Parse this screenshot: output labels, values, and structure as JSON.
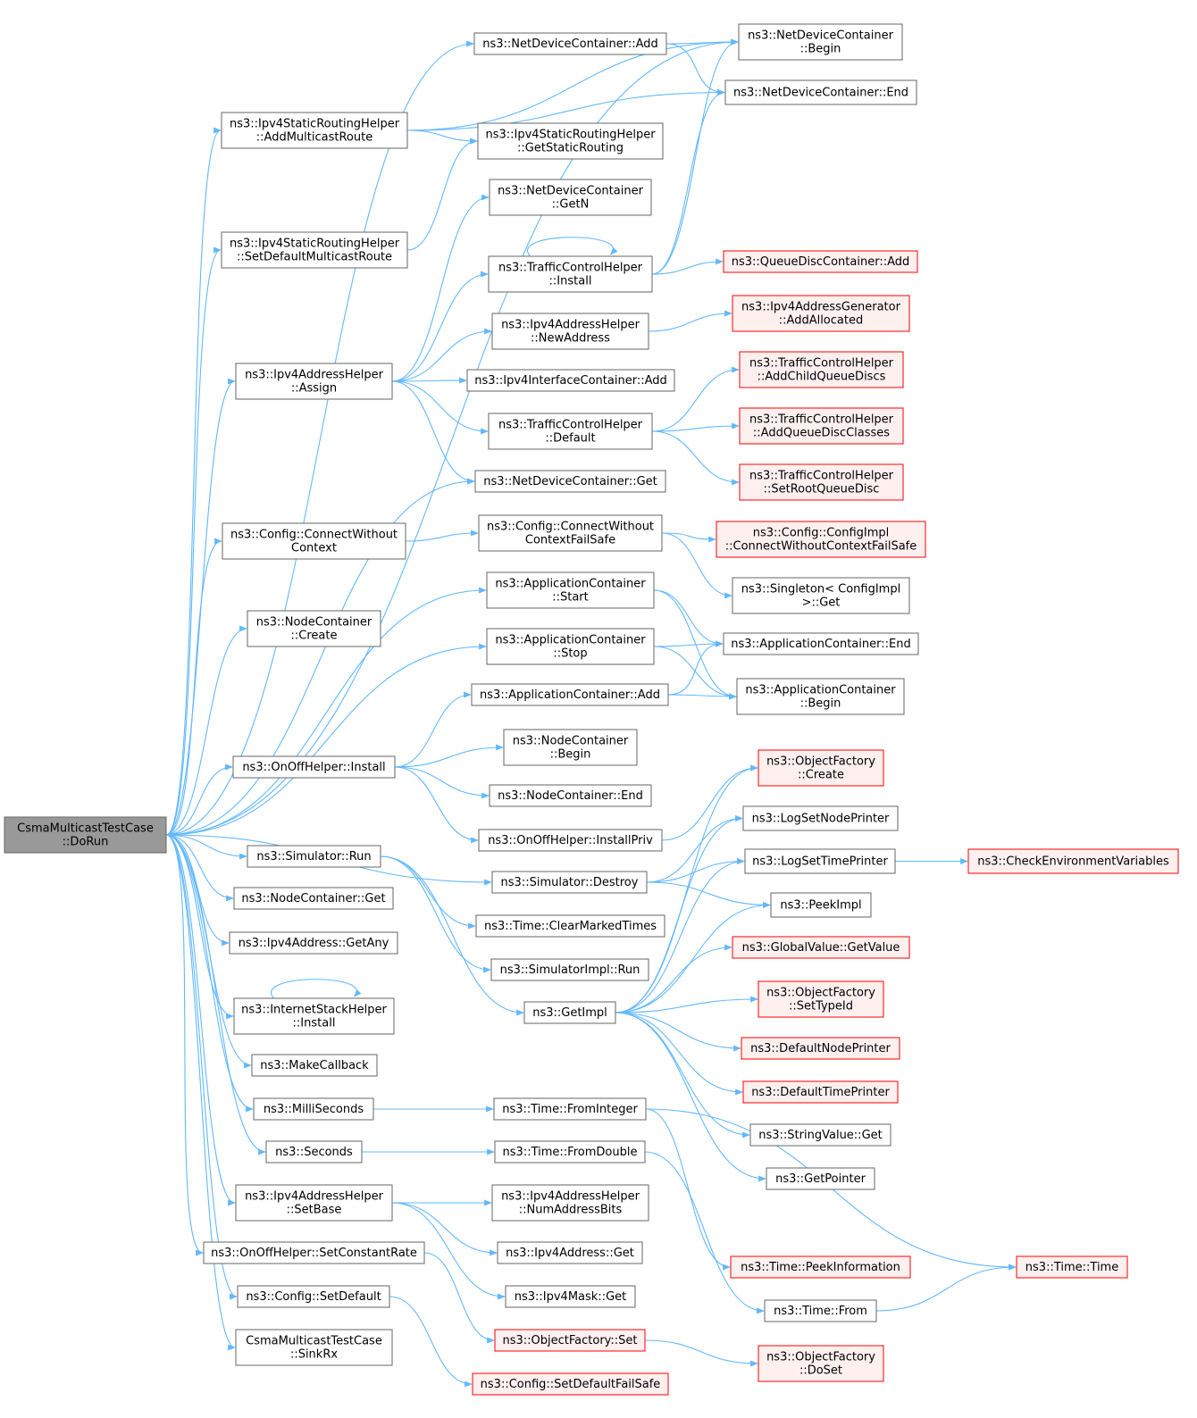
{
  "colors": {
    "edge": "#63b8ff",
    "node_border": "#666666",
    "node_fill": "#ffffff",
    "root_fill": "#999999",
    "root_border": "#666666",
    "external_border": "#ff0000",
    "external_fill": "#fff0f0"
  },
  "nodes": [
    {
      "id": "root",
      "lines": [
        "CsmaMulticastTestCase",
        "::DoRun"
      ],
      "kind": "root"
    },
    {
      "id": "ndc_add",
      "lines": [
        "ns3::NetDeviceContainer::Add"
      ],
      "kind": "normal"
    },
    {
      "id": "ndc_begin",
      "lines": [
        "ns3::NetDeviceContainer",
        "::Begin"
      ],
      "kind": "normal"
    },
    {
      "id": "ndc_end",
      "lines": [
        "ns3::NetDeviceContainer::End"
      ],
      "kind": "normal"
    },
    {
      "id": "ipv4s_addmc",
      "lines": [
        "ns3::Ipv4StaticRoutingHelper",
        "::AddMulticastRoute"
      ],
      "kind": "normal"
    },
    {
      "id": "ipv4s_getsr",
      "lines": [
        "ns3::Ipv4StaticRoutingHelper",
        "::GetStaticRouting"
      ],
      "kind": "normal"
    },
    {
      "id": "ndc_getn",
      "lines": [
        "ns3::NetDeviceContainer",
        "::GetN"
      ],
      "kind": "normal"
    },
    {
      "id": "ipv4s_setdef",
      "lines": [
        "ns3::Ipv4StaticRoutingHelper",
        "::SetDefaultMulticastRoute"
      ],
      "kind": "normal"
    },
    {
      "id": "tch_install",
      "lines": [
        "ns3::TrafficControlHelper",
        "::Install"
      ],
      "kind": "normal"
    },
    {
      "id": "qdc_add",
      "lines": [
        "ns3::QueueDiscContainer::Add"
      ],
      "kind": "external"
    },
    {
      "id": "iah_newaddr",
      "lines": [
        "ns3::Ipv4AddressHelper",
        "::NewAddress"
      ],
      "kind": "normal"
    },
    {
      "id": "iag_alloc",
      "lines": [
        "ns3::Ipv4AddressGenerator",
        "::AddAllocated"
      ],
      "kind": "external"
    },
    {
      "id": "iah_assign",
      "lines": [
        "ns3::Ipv4AddressHelper",
        "::Assign"
      ],
      "kind": "normal"
    },
    {
      "id": "iic_add",
      "lines": [
        "ns3::Ipv4InterfaceContainer::Add"
      ],
      "kind": "normal"
    },
    {
      "id": "tch_addchild",
      "lines": [
        "ns3::TrafficControlHelper",
        "::AddChildQueueDiscs"
      ],
      "kind": "external"
    },
    {
      "id": "tch_default",
      "lines": [
        "ns3::TrafficControlHelper",
        "::Default"
      ],
      "kind": "normal"
    },
    {
      "id": "tch_addqdc",
      "lines": [
        "ns3::TrafficControlHelper",
        "::AddQueueDiscClasses"
      ],
      "kind": "external"
    },
    {
      "id": "ndc_get",
      "lines": [
        "ns3::NetDeviceContainer::Get"
      ],
      "kind": "normal"
    },
    {
      "id": "tch_setroot",
      "lines": [
        "ns3::TrafficControlHelper",
        "::SetRootQueueDisc"
      ],
      "kind": "external"
    },
    {
      "id": "cfg_cwc",
      "lines": [
        "ns3::Config::ConnectWithout",
        "Context"
      ],
      "kind": "normal"
    },
    {
      "id": "cfg_cwcfs",
      "lines": [
        "ns3::Config::ConnectWithout",
        "ContextFailSafe"
      ],
      "kind": "normal"
    },
    {
      "id": "cfgimpl_cwcfs",
      "lines": [
        "ns3::Config::ConfigImpl",
        "::ConnectWithoutContextFailSafe"
      ],
      "kind": "external"
    },
    {
      "id": "singleton_get",
      "lines": [
        "ns3::Singleton< ConfigImpl",
        " >::Get"
      ],
      "kind": "normal"
    },
    {
      "id": "ac_start",
      "lines": [
        "ns3::ApplicationContainer",
        "::Start"
      ],
      "kind": "normal"
    },
    {
      "id": "nc_create",
      "lines": [
        "ns3::NodeContainer",
        "::Create"
      ],
      "kind": "normal"
    },
    {
      "id": "ac_stop",
      "lines": [
        "ns3::ApplicationContainer",
        "::Stop"
      ],
      "kind": "normal"
    },
    {
      "id": "ac_end",
      "lines": [
        "ns3::ApplicationContainer::End"
      ],
      "kind": "normal"
    },
    {
      "id": "ac_add",
      "lines": [
        "ns3::ApplicationContainer::Add"
      ],
      "kind": "normal"
    },
    {
      "id": "ac_begin",
      "lines": [
        "ns3::ApplicationContainer",
        "::Begin"
      ],
      "kind": "normal"
    },
    {
      "id": "nc_begin",
      "lines": [
        "ns3::NodeContainer",
        "::Begin"
      ],
      "kind": "normal"
    },
    {
      "id": "ooh_install",
      "lines": [
        "ns3::OnOffHelper::Install"
      ],
      "kind": "normal"
    },
    {
      "id": "of_create",
      "lines": [
        "ns3::ObjectFactory",
        "::Create"
      ],
      "kind": "external"
    },
    {
      "id": "nc_end",
      "lines": [
        "ns3::NodeContainer::End"
      ],
      "kind": "normal"
    },
    {
      "id": "log_setnode",
      "lines": [
        "ns3::LogSetNodePrinter"
      ],
      "kind": "normal"
    },
    {
      "id": "ooh_installpriv",
      "lines": [
        "ns3::OnOffHelper::InstallPriv"
      ],
      "kind": "normal"
    },
    {
      "id": "sim_run",
      "lines": [
        "ns3::Simulator::Run"
      ],
      "kind": "normal"
    },
    {
      "id": "log_settime",
      "lines": [
        "ns3::LogSetTimePrinter"
      ],
      "kind": "normal"
    },
    {
      "id": "checkenv",
      "lines": [
        "ns3::CheckEnvironmentVariables"
      ],
      "kind": "external"
    },
    {
      "id": "sim_destroy",
      "lines": [
        "ns3::Simulator::Destroy"
      ],
      "kind": "normal"
    },
    {
      "id": "nc_get",
      "lines": [
        "ns3::NodeContainer::Get"
      ],
      "kind": "normal"
    },
    {
      "id": "peekimpl",
      "lines": [
        "ns3::PeekImpl"
      ],
      "kind": "normal"
    },
    {
      "id": "time_clear",
      "lines": [
        "ns3::Time::ClearMarkedTimes"
      ],
      "kind": "normal"
    },
    {
      "id": "ipv4_getany",
      "lines": [
        "ns3::Ipv4Address::GetAny"
      ],
      "kind": "normal"
    },
    {
      "id": "gv_getvalue",
      "lines": [
        "ns3::GlobalValue::GetValue"
      ],
      "kind": "external"
    },
    {
      "id": "simimpl_run",
      "lines": [
        "ns3::SimulatorImpl::Run"
      ],
      "kind": "normal"
    },
    {
      "id": "of_settypeid",
      "lines": [
        "ns3::ObjectFactory",
        "::SetTypeId"
      ],
      "kind": "external"
    },
    {
      "id": "ish_install",
      "lines": [
        "ns3::InternetStackHelper",
        "::Install"
      ],
      "kind": "normal"
    },
    {
      "id": "getimpl",
      "lines": [
        "ns3::GetImpl"
      ],
      "kind": "normal"
    },
    {
      "id": "defnodeprinter",
      "lines": [
        "ns3::DefaultNodePrinter"
      ],
      "kind": "external"
    },
    {
      "id": "makecallback",
      "lines": [
        "ns3::MakeCallback"
      ],
      "kind": "normal"
    },
    {
      "id": "deftimeprinter",
      "lines": [
        "ns3::DefaultTimePrinter"
      ],
      "kind": "external"
    },
    {
      "id": "millis",
      "lines": [
        "ns3::MilliSeconds"
      ],
      "kind": "normal"
    },
    {
      "id": "time_fromint",
      "lines": [
        "ns3::Time::FromInteger"
      ],
      "kind": "normal"
    },
    {
      "id": "sv_get",
      "lines": [
        "ns3::StringValue::Get"
      ],
      "kind": "normal"
    },
    {
      "id": "seconds",
      "lines": [
        "ns3::Seconds"
      ],
      "kind": "normal"
    },
    {
      "id": "time_fromdouble",
      "lines": [
        "ns3::Time::FromDouble"
      ],
      "kind": "normal"
    },
    {
      "id": "getpointer",
      "lines": [
        "ns3::GetPointer"
      ],
      "kind": "normal"
    },
    {
      "id": "iah_setbase",
      "lines": [
        "ns3::Ipv4AddressHelper",
        "::SetBase"
      ],
      "kind": "normal"
    },
    {
      "id": "iah_numbits",
      "lines": [
        "ns3::Ipv4AddressHelper",
        "::NumAddressBits"
      ],
      "kind": "normal"
    },
    {
      "id": "ooh_setrate",
      "lines": [
        "ns3::OnOffHelper::SetConstantRate"
      ],
      "kind": "normal"
    },
    {
      "id": "ipv4_get",
      "lines": [
        "ns3::Ipv4Address::Get"
      ],
      "kind": "normal"
    },
    {
      "id": "time_peekinfo",
      "lines": [
        "ns3::Time::PeekInformation"
      ],
      "kind": "external"
    },
    {
      "id": "time_time",
      "lines": [
        "ns3::Time::Time"
      ],
      "kind": "external"
    },
    {
      "id": "cfg_setdef",
      "lines": [
        "ns3::Config::SetDefault"
      ],
      "kind": "normal"
    },
    {
      "id": "ipv4mask_get",
      "lines": [
        "ns3::Ipv4Mask::Get"
      ],
      "kind": "normal"
    },
    {
      "id": "time_from",
      "lines": [
        "ns3::Time::From"
      ],
      "kind": "normal"
    },
    {
      "id": "of_set",
      "lines": [
        "ns3::ObjectFactory::Set"
      ],
      "kind": "external"
    },
    {
      "id": "cmtc_sinkrx",
      "lines": [
        "CsmaMulticastTestCase",
        "::SinkRx"
      ],
      "kind": "normal"
    },
    {
      "id": "of_doset",
      "lines": [
        "ns3::ObjectFactory",
        "::DoSet"
      ],
      "kind": "external"
    },
    {
      "id": "cfg_setdeffs",
      "lines": [
        "ns3::Config::SetDefaultFailSafe"
      ],
      "kind": "external"
    }
  ],
  "edges": [
    [
      "root",
      "ndc_add"
    ],
    [
      "root",
      "ndc_begin"
    ],
    [
      "root",
      "ipv4s_addmc"
    ],
    [
      "root",
      "ipv4s_setdef"
    ],
    [
      "root",
      "iah_assign"
    ],
    [
      "root",
      "ndc_get"
    ],
    [
      "root",
      "cfg_cwc"
    ],
    [
      "root",
      "nc_create"
    ],
    [
      "root",
      "ac_start"
    ],
    [
      "root",
      "ac_stop"
    ],
    [
      "root",
      "ooh_install"
    ],
    [
      "root",
      "sim_destroy"
    ],
    [
      "root",
      "sim_run"
    ],
    [
      "root",
      "nc_get"
    ],
    [
      "root",
      "ipv4_getany"
    ],
    [
      "root",
      "ish_install"
    ],
    [
      "root",
      "makecallback"
    ],
    [
      "root",
      "millis"
    ],
    [
      "root",
      "seconds"
    ],
    [
      "root",
      "iah_setbase"
    ],
    [
      "root",
      "ooh_setrate"
    ],
    [
      "root",
      "cfg_setdef"
    ],
    [
      "root",
      "cmtc_sinkrx"
    ],
    [
      "ndc_add",
      "ndc_begin"
    ],
    [
      "ndc_add",
      "ndc_end"
    ],
    [
      "ipv4s_addmc",
      "ndc_begin"
    ],
    [
      "ipv4s_addmc",
      "ndc_end"
    ],
    [
      "ipv4s_addmc",
      "ipv4s_getsr"
    ],
    [
      "ipv4s_setdef",
      "ipv4s_getsr"
    ],
    [
      "iah_assign",
      "ndc_getn"
    ],
    [
      "iah_assign",
      "tch_install"
    ],
    [
      "iah_assign",
      "iah_newaddr"
    ],
    [
      "iah_assign",
      "iic_add"
    ],
    [
      "iah_assign",
      "tch_default"
    ],
    [
      "iah_assign",
      "ndc_get"
    ],
    [
      "tch_install",
      "tch_install"
    ],
    [
      "tch_install",
      "ndc_begin"
    ],
    [
      "tch_install",
      "ndc_end"
    ],
    [
      "tch_install",
      "qdc_add"
    ],
    [
      "iah_newaddr",
      "iag_alloc"
    ],
    [
      "tch_default",
      "tch_addchild"
    ],
    [
      "tch_default",
      "tch_addqdc"
    ],
    [
      "tch_default",
      "tch_setroot"
    ],
    [
      "cfg_cwc",
      "cfg_cwcfs"
    ],
    [
      "cfg_cwcfs",
      "cfgimpl_cwcfs"
    ],
    [
      "cfg_cwcfs",
      "singleton_get"
    ],
    [
      "ac_start",
      "ac_end"
    ],
    [
      "ac_start",
      "ac_begin"
    ],
    [
      "ac_stop",
      "ac_end"
    ],
    [
      "ac_stop",
      "ac_begin"
    ],
    [
      "ac_add",
      "ac_end"
    ],
    [
      "ac_add",
      "ac_begin"
    ],
    [
      "ooh_install",
      "ac_add"
    ],
    [
      "ooh_install",
      "nc_begin"
    ],
    [
      "ooh_install",
      "nc_end"
    ],
    [
      "ooh_install",
      "ooh_installpriv"
    ],
    [
      "ooh_installpriv",
      "of_create"
    ],
    [
      "sim_run",
      "time_clear"
    ],
    [
      "sim_run",
      "simimpl_run"
    ],
    [
      "sim_run",
      "getimpl"
    ],
    [
      "sim_destroy",
      "log_setnode"
    ],
    [
      "sim_destroy",
      "log_settime"
    ],
    [
      "sim_destroy",
      "peekimpl"
    ],
    [
      "log_settime",
      "checkenv"
    ],
    [
      "getimpl",
      "of_create"
    ],
    [
      "getimpl",
      "log_setnode"
    ],
    [
      "getimpl",
      "log_settime"
    ],
    [
      "getimpl",
      "peekimpl"
    ],
    [
      "getimpl",
      "gv_getvalue"
    ],
    [
      "getimpl",
      "of_settypeid"
    ],
    [
      "getimpl",
      "defnodeprinter"
    ],
    [
      "getimpl",
      "deftimeprinter"
    ],
    [
      "getimpl",
      "sv_get"
    ],
    [
      "getimpl",
      "getpointer"
    ],
    [
      "ish_install",
      "ish_install"
    ],
    [
      "millis",
      "time_fromint"
    ],
    [
      "seconds",
      "time_fromdouble"
    ],
    [
      "time_fromint",
      "time_peekinfo"
    ],
    [
      "time_fromint",
      "time_time"
    ],
    [
      "time_fromdouble",
      "time_from"
    ],
    [
      "time_from",
      "time_time"
    ],
    [
      "iah_setbase",
      "iah_numbits"
    ],
    [
      "iah_setbase",
      "ipv4_get"
    ],
    [
      "iah_setbase",
      "ipv4mask_get"
    ],
    [
      "ooh_setrate",
      "of_set"
    ],
    [
      "cfg_setdef",
      "cfg_setdeffs"
    ],
    [
      "of_set",
      "of_doset"
    ]
  ]
}
